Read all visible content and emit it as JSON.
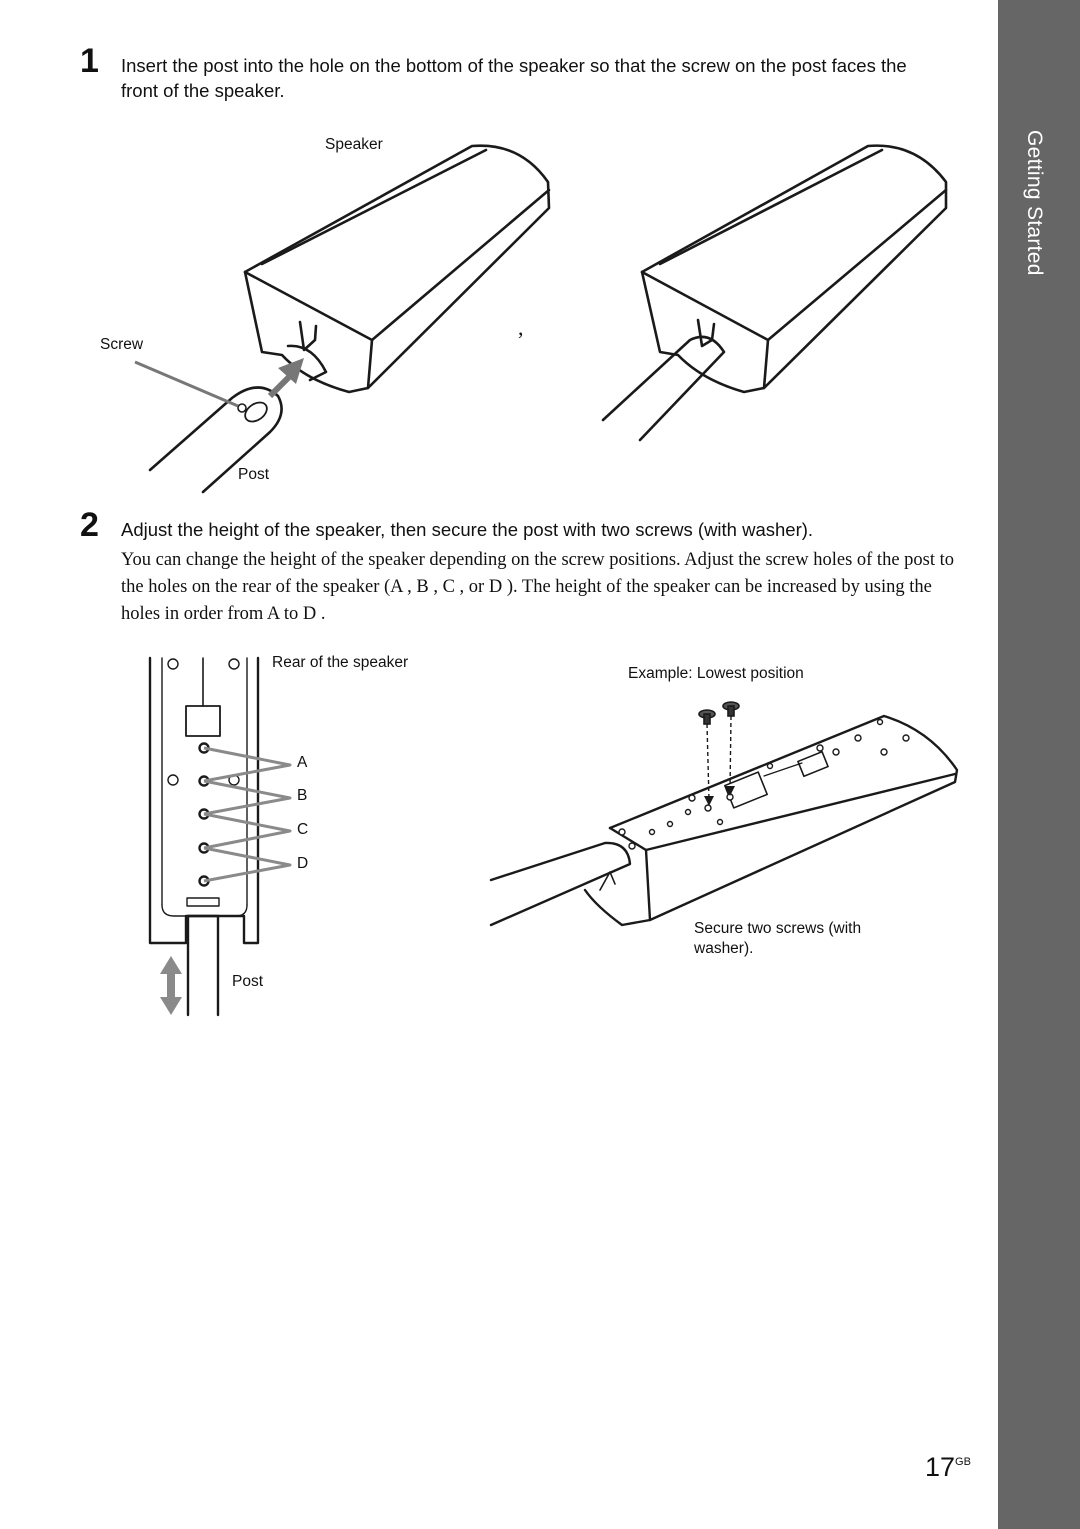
{
  "side_tab": {
    "label": "Getting Started"
  },
  "steps": [
    {
      "number": "1",
      "title": "Insert the post into the hole on the bottom of the speaker so that the screw on the post faces the front of the speaker."
    },
    {
      "number": "2",
      "title": "Adjust the height of the speaker, then secure the post with two screws (with washer).",
      "body": "You can change the height of the speaker depending on the screw positions. Adjust the screw holes of the post to the holes on the rear of the speaker (A , B , C , or D ). The height of the speaker can be increased by using the holes in order from A  to D ."
    }
  ],
  "figure1": {
    "speaker_label": "Speaker",
    "screw_label": "Screw",
    "post_label": "Post",
    "separator": ","
  },
  "figure2": {
    "rear_label": "Rear of the speaker",
    "holes": [
      "A",
      "B",
      "C",
      "D"
    ],
    "post_label": "Post",
    "example_label": "Example: Lowest position",
    "secure_label": "Secure two screws (with washer)."
  },
  "page": {
    "number": "17",
    "suffix": "GB"
  }
}
